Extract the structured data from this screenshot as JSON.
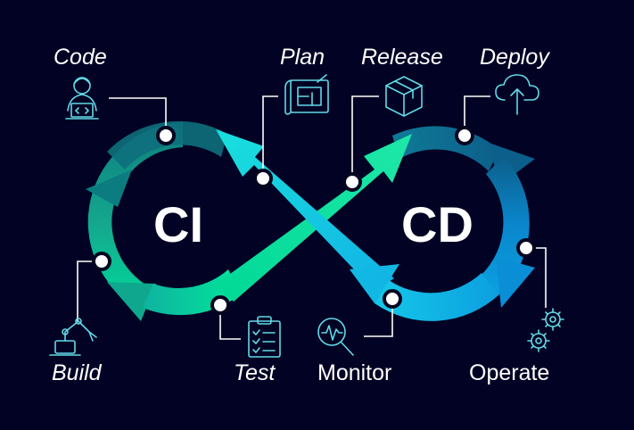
{
  "hubs": {
    "ci": "CI",
    "cd": "CD"
  },
  "stages": {
    "code": "Code",
    "plan": "Plan",
    "release": "Release",
    "deploy": "Deploy",
    "build": "Build",
    "test": "Test",
    "monitor": "Monitor",
    "operate": "Operate"
  },
  "icons": {
    "code": "developer-laptop-icon",
    "plan": "blueprint-icon",
    "release": "package-box-icon",
    "deploy": "cloud-upload-icon",
    "build": "robot-arm-icon",
    "test": "checklist-clipboard-icon",
    "monitor": "magnifier-waveform-icon",
    "operate": "gears-icon"
  },
  "colors": {
    "background": "#020224",
    "icon_stroke": "#62d9e6",
    "green": "#00e59a",
    "cyan": "#1ad6e2",
    "blue": "#0a94d9",
    "teal_dark": "#0d7d80"
  }
}
